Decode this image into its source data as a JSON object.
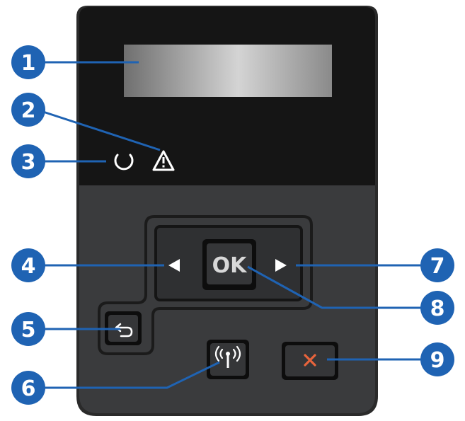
{
  "control_panel": {
    "ok_label": "OK",
    "icons": {
      "attention": "warning-triangle-icon",
      "ready": "ready-ring-icon",
      "left": "left-arrow-icon",
      "right": "right-arrow-icon",
      "back": "back-arrow-icon",
      "wireless": "wireless-icon",
      "cancel": "cancel-x-icon"
    }
  },
  "callouts": [
    "1",
    "2",
    "3",
    "4",
    "5",
    "6",
    "7",
    "8",
    "9"
  ],
  "colors": {
    "callout_blue": "#1f63b3",
    "bezel_top": "#151515",
    "panel_body": "#3a3b3d",
    "cancel_x": "#e8643c",
    "leader_line": "#1f63b3"
  }
}
